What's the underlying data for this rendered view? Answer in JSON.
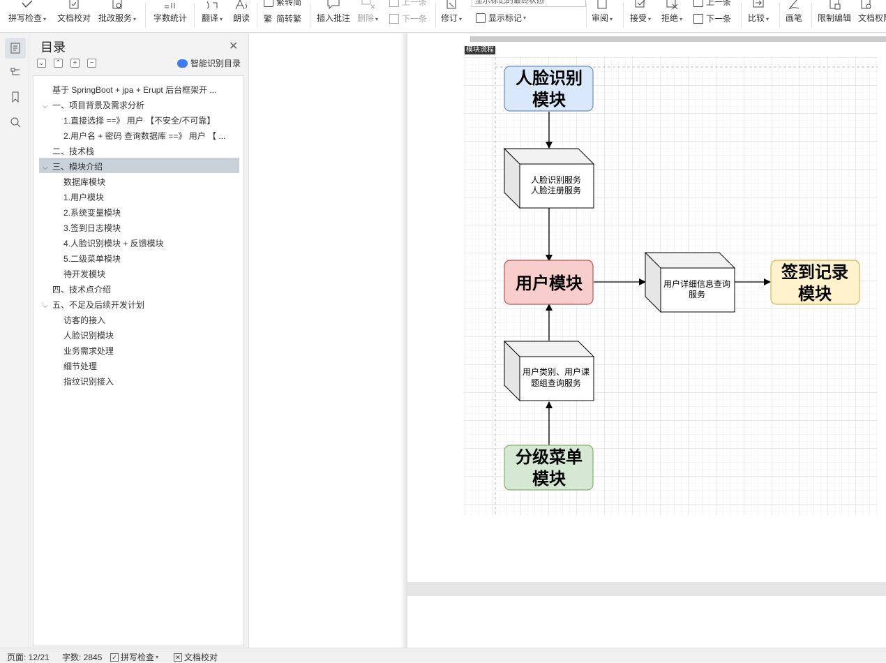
{
  "ribbon": {
    "spellcheck": "拼写检查",
    "doc_proof": "文档校对",
    "batch_service": "批改服务",
    "word_count": "字数统计",
    "translate": "翻译",
    "read_aloud": "朗读",
    "trad_to_simp": "繁转简",
    "simp_to_trad": "简转繁",
    "insert_comment": "插入批注",
    "delete": "删除",
    "prev": "上一条",
    "next": "下一条",
    "track_changes": "修订",
    "markup_combo": "显示标记的最终状态",
    "show_markup": "显示标记",
    "review": "审阅",
    "accept": "接受",
    "reject": "拒绝",
    "prev2": "上一条",
    "next2": "下一条",
    "compare": "比较",
    "pen": "画笔",
    "restrict_edit": "限制编辑",
    "doc_perm": "文档权限"
  },
  "toc": {
    "title": "目录",
    "smart_label": "智能识别目录",
    "items": [
      {
        "text": "基于 SpringBoot + jpa + Erupt 后台框架开 ..."
      },
      {
        "text": "一、项目背景及需求分析"
      },
      {
        "text": "1.直接选择 ==》 用户 【不安全/不可靠】"
      },
      {
        "text": "2.用户名 + 密码 查询数据库 ==》 用户 【 ..."
      },
      {
        "text": "二、技术栈"
      },
      {
        "text": "三、模块介绍"
      },
      {
        "text": "数据库模块"
      },
      {
        "text": "1.用户模块"
      },
      {
        "text": "2.系统变量模块"
      },
      {
        "text": "3.签到日志模块"
      },
      {
        "text": "4.人脸识别模块 + 反馈模块"
      },
      {
        "text": "5.二级菜单模块"
      },
      {
        "text": "待开发模块"
      },
      {
        "text": "四、技术点介绍"
      },
      {
        "text": "五、不足及后续开发计划"
      },
      {
        "text": "访客的接入"
      },
      {
        "text": "人脸识别模块"
      },
      {
        "text": "业务需求处理"
      },
      {
        "text": "细节处理"
      },
      {
        "text": "指纹识别接入"
      }
    ]
  },
  "document": {
    "figure_caption": "模块流程"
  },
  "diagram": {
    "nodes": {
      "face": {
        "line1": "人脸识别",
        "line2": "模块",
        "fill": "#dae8fc",
        "stroke": "#6c8ebf"
      },
      "face_service": {
        "line1": "人脸识别服务",
        "line2": "人脸注册服务"
      },
      "user": {
        "line1": "用户模块",
        "fill": "#f8cecc",
        "stroke": "#b85450"
      },
      "user_detail": {
        "line1": "用户详细信息查询",
        "line2": "服务"
      },
      "checkin": {
        "line1": "签到记录",
        "line2": "模块",
        "fill": "#fff2cc",
        "stroke": "#d6b656"
      },
      "category": {
        "line1": "用户类别、用户课",
        "line2": "题组查询服务"
      },
      "menu": {
        "line1": "分级菜单",
        "line2": "模块",
        "fill": "#d5e8d4",
        "stroke": "#82b366"
      }
    }
  },
  "status": {
    "page": "页面: 12/21",
    "words": "字数: 2845",
    "spellcheck": "拼写检查",
    "doc_proof": "文档校对"
  }
}
